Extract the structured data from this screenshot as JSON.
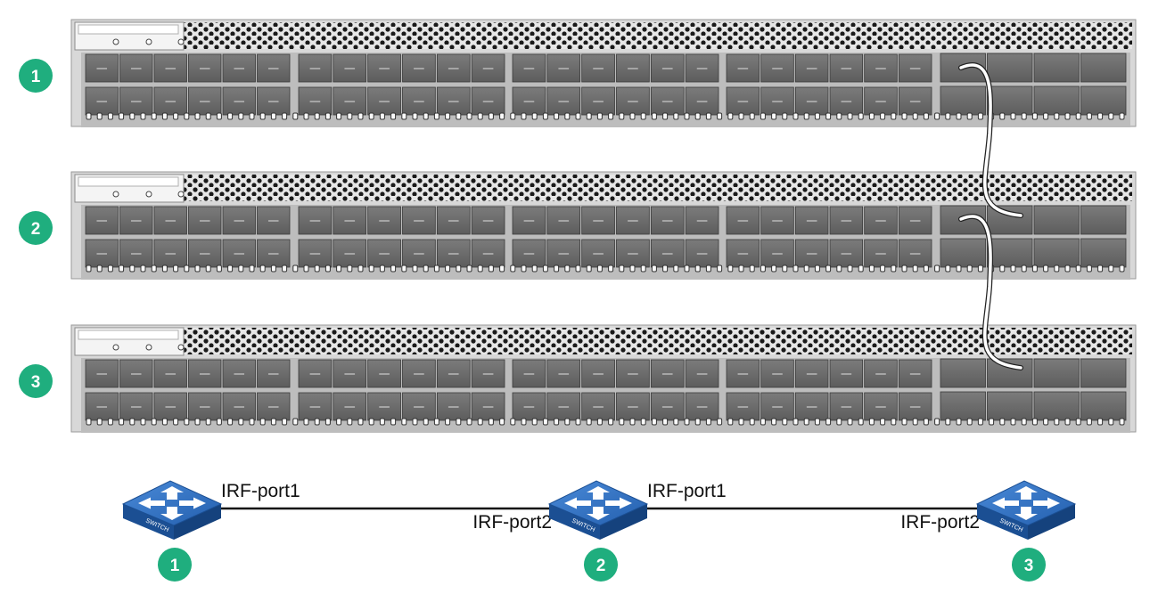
{
  "chassis": [
    {
      "badge": "1"
    },
    {
      "badge": "2"
    },
    {
      "badge": "3"
    }
  ],
  "topology": {
    "switches": [
      {
        "badge": "1",
        "icon_text": "SWITCH"
      },
      {
        "badge": "2",
        "icon_text": "SWITCH"
      },
      {
        "badge": "3",
        "icon_text": "SWITCH"
      }
    ],
    "links": [
      {
        "from_label": "IRF-port1",
        "to_label": "IRF-port2"
      },
      {
        "from_label": "IRF-port1",
        "to_label": "IRF-port2"
      }
    ]
  },
  "colors": {
    "badge": "#1fae7e",
    "switch_top": "#2f6fc0",
    "switch_side": "#1b4f93",
    "port": "#6e6e6e",
    "chassis": "#d8d8d8"
  },
  "icons": [
    "network-switch-icon",
    "irf-cable"
  ]
}
